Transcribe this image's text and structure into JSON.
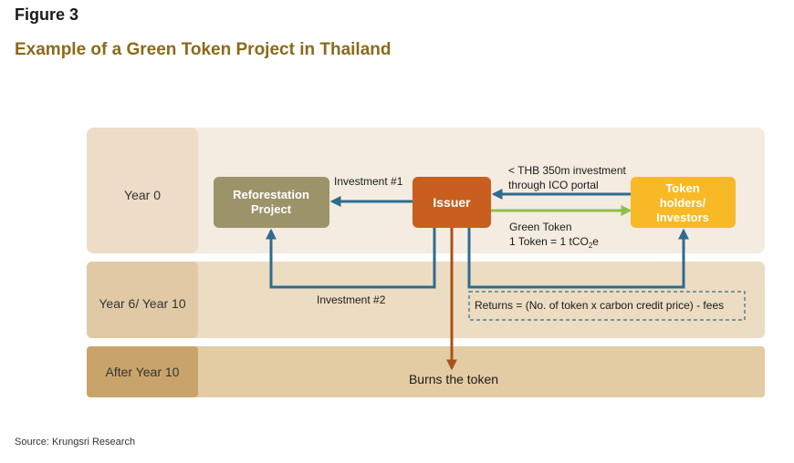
{
  "figure_label": "Figure 3",
  "title": "Example of a Green Token Project in Thailand",
  "source": "Source: Krungsri Research",
  "rows": {
    "year0": "Year 0",
    "year6": "Year 6/ Year 10",
    "after": "After Year 10"
  },
  "nodes": {
    "reforestation": [
      "Reforestation",
      "Project"
    ],
    "issuer": "Issuer",
    "holders": [
      "Token",
      "holders/",
      "Investors"
    ]
  },
  "labels": {
    "investment1": "Investment #1",
    "investment2": "Investment #2",
    "ico": [
      "< THB 350m investment",
      "through ICO portal"
    ],
    "green_token": "Green Token",
    "token_ratio_prefix": "1 Token = 1 tCO",
    "token_ratio_sub": "2",
    "token_ratio_suffix": "e",
    "returns": "Returns = (No. of token x carbon credit price) - fees",
    "burns": "Burns the token"
  },
  "colors": {
    "row0_bg": "#f4ece1",
    "row0_label": "#ecdcc8",
    "row1_bg": "#ecdcc2",
    "row1_label": "#e1c9a6",
    "row2_bg": "#e3cba3",
    "row2_label": "#c9a46a",
    "reforestation": "#9d9369",
    "issuer": "#c85f1e",
    "holders": "#f7b926",
    "blue_arrow": "#2f6b8f",
    "green_arrow": "#8cc04b",
    "brown_arrow": "#a7521a"
  }
}
